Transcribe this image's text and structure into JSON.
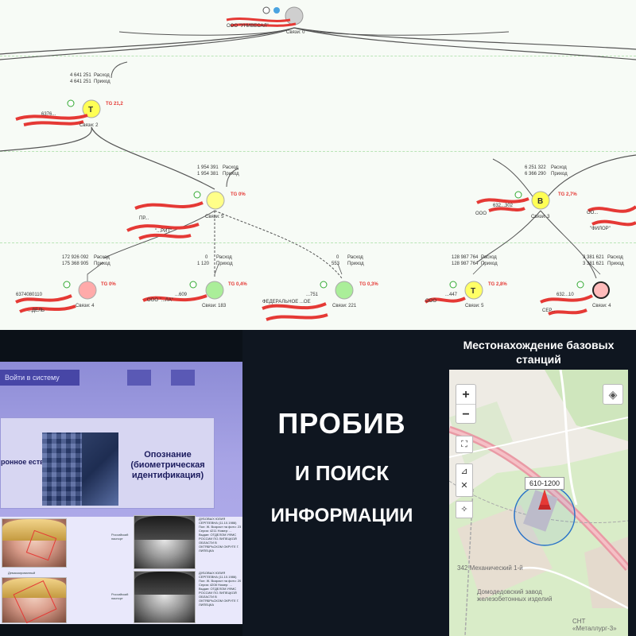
{
  "graph": {
    "root": {
      "name": "ООО \"УНИВЕСАЛ\"",
      "links": "Связи: 0"
    },
    "level1": {
      "expense": "4 641 251",
      "income": "4 641 251",
      "expense_label": "Расход",
      "income_label": "Приход",
      "badge": "T",
      "tg": "TG 21,2",
      "links": "Связи: 2",
      "code": "6376..."
    },
    "level2a": {
      "expense": "1 954 391",
      "income": "1 954 381",
      "expense_label": "Расход",
      "income_label": "Приход",
      "tg": "TG 0%",
      "links": "Связи: 5",
      "name": "\"...РИТ\"",
      "prefix": "ПР..."
    },
    "level2b": {
      "expense": "6 251 322",
      "income": "6 366 290",
      "expense_label": "Расход",
      "income_label": "Приход",
      "badge": "B",
      "tg": "TG 2,7%",
      "links": "Связи: 3",
      "code": "632...302",
      "prefix": "ООО",
      "right_name": "\"ФИЛОР\"",
      "right_prefix": "ОО..."
    },
    "leaves": [
      {
        "expense": "172 926 092",
        "income": "175 368 905",
        "tg": "TG 0%",
        "links": "Связи: 4",
        "name": "...ДЕЛЬ",
        "code": "6374080110"
      },
      {
        "expense": "0",
        "income": "1 120",
        "tg": "TG 0,4%",
        "links": "Связи: 183",
        "name": "ООО \"...ЛА\"",
        "code": "...609"
      },
      {
        "expense": "0",
        "income": "553",
        "tg": "TG 0,3%",
        "links": "Связи: 221",
        "name": "ФЕДЕРАЛЬНОЕ ...ОЕ",
        "code": "...751"
      },
      {
        "expense": "128 987 764",
        "income": "128 987 764",
        "badge": "T",
        "tg": "TG 2,8%",
        "links": "Связи: 5",
        "name": "ООО",
        "code": "...447"
      },
      {
        "expense": "3 381 621",
        "income": "3 381 621",
        "tg": "",
        "links": "Связи: 4",
        "name": "СЕР...",
        "code": "632...10"
      }
    ],
    "expense_label": "Расход",
    "income_label": "Приход"
  },
  "photo": {
    "login_button": "Войти в систему",
    "card_title": "Опознание (биометрическая идентификация)",
    "card_left": "ронное ество",
    "row1_label": "Российский паспорт",
    "row2_label": "Российский паспорт",
    "record1": "ДУБОВЫХ ЮЛИЯ СЕРГЕЕВНА (11.10.1986) Пол: Ж. Возраст на фото: 23 Серия: 4211 Номер: ... Выдан: ОТДЕЛОМ УФМС РОССИИ ПО ЛИПЕЦКОЙ ОБЛАСТИ В ОКТЯБРЬСКОМ ОКРУГЕ Г. ЛИПЕЦКА",
    "record2": "ДУБОВЫХ ЮЛИЯ СЕРГЕЕВНА (11.10.1986) Пол: Ж. Возраст на фото: 20 Серия: 4208 Номер: ... Выдан: ОТДЕЛОМ УФМС РОССИИ ПО ЛИПЕЦКОЙ ОБЛАСТИ В ОКТЯБРЬСКОМ ОКРУГЕ Г. ЛИПЕЦКА",
    "tag_label": "Демаскированный"
  },
  "headline": {
    "line1": "ПРОБИВ",
    "line2": "И ПОИСК",
    "line3": "ИНФОРМАЦИИ"
  },
  "map": {
    "title": "Местонахождение базовых станций",
    "zoom_in": "+",
    "zoom_out": "−",
    "range": "610-1200",
    "label1": "342 Механический 1-й",
    "label2": "Домодедовский завод железобетонных изделий",
    "label3": "СНТ «Металлург-3»",
    "colors": {
      "range_circle": "#2a73c8",
      "road": "#e99aa5",
      "green": "#c8e6b4"
    }
  }
}
